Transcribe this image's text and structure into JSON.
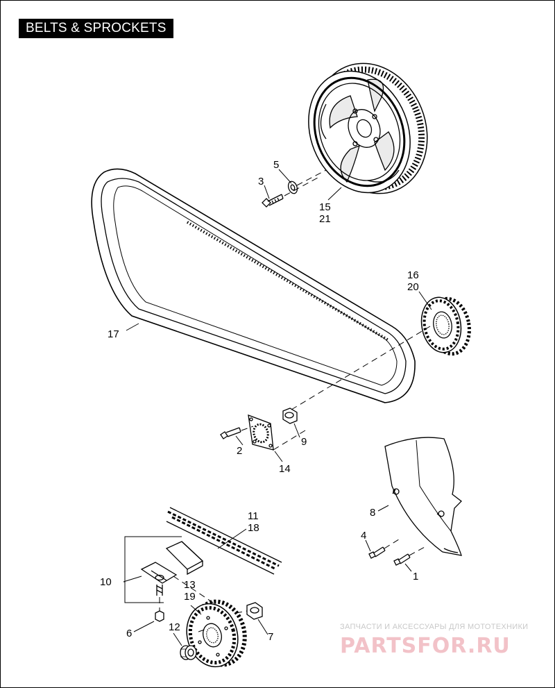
{
  "title": "BELTS & SPROCKETS",
  "callouts": {
    "c1": "1",
    "c2": "2",
    "c3": "3",
    "c4": "4",
    "c5": "5",
    "c6": "6",
    "c7": "7",
    "c8": "8",
    "c9": "9",
    "c10": "10",
    "c11": "11",
    "c12": "12",
    "c13": "13",
    "c14": "14",
    "c15": "15",
    "c16": "16",
    "c17": "17",
    "c18": "18",
    "c19": "19",
    "c20": "20",
    "c21": "21"
  },
  "watermark": {
    "tagline": "ЗАПЧАСТИ И АКСЕССУАРЫ ДЛЯ МОТОТЕХНИКИ",
    "logo": "PARTSFOR.RU"
  },
  "colors": {
    "line": "#000000",
    "title_bg": "#000000",
    "title_fg": "#ffffff",
    "watermark_logo": "#f2c2c8",
    "watermark_text": "#c8c8c8"
  }
}
